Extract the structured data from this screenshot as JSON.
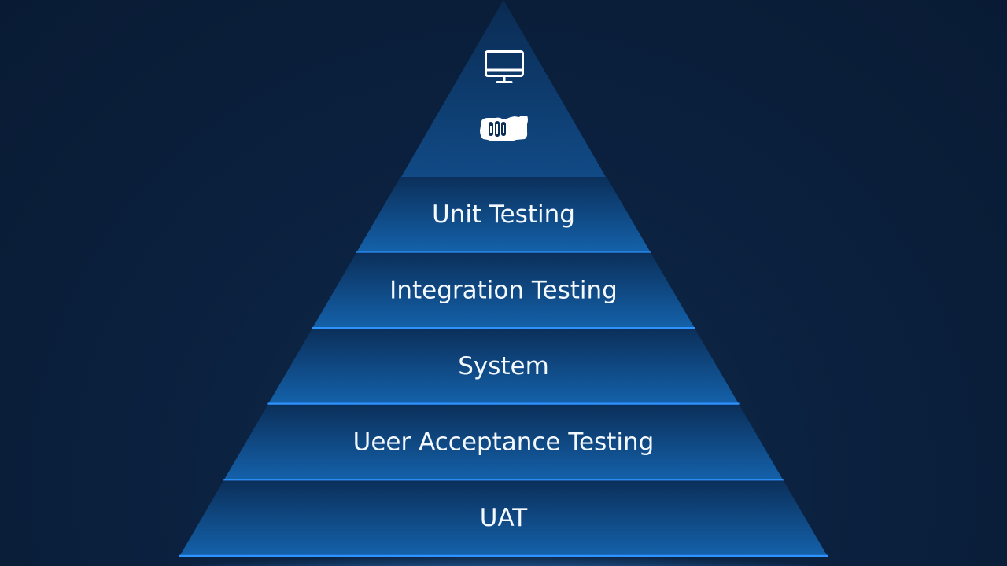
{
  "pyramid": {
    "apex_icons": [
      {
        "name": "monitor-icon"
      },
      {
        "name": "handshake-icon"
      }
    ],
    "tiers": [
      {
        "label": "Unit Testing"
      },
      {
        "label": "Integration Testing"
      },
      {
        "label": "System"
      },
      {
        "label": "Ueer Acceptance Testing"
      },
      {
        "label": "UAT"
      }
    ]
  },
  "colors": {
    "background": "#0b213f",
    "tier_top": "#0c3463",
    "tier_bottom": "#1b7fd6",
    "separator": "#2f93ff",
    "text": "#f4f8ff"
  }
}
